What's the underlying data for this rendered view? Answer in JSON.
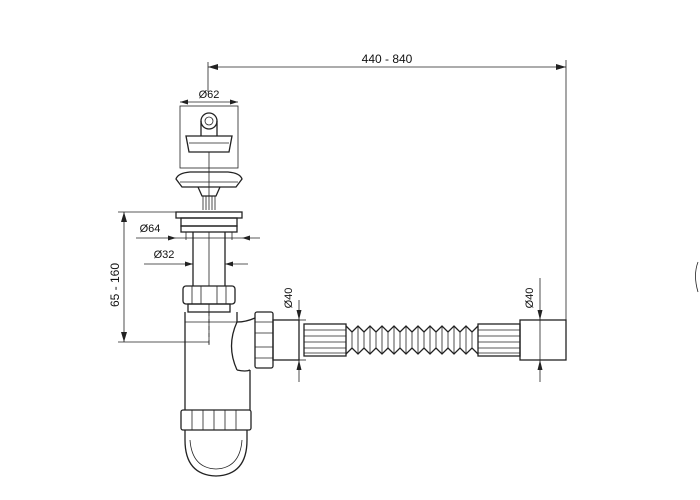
{
  "dimensions": {
    "overall_length": "440 - 840",
    "plug_diameter": "Ø62",
    "flange_diameter": "Ø64",
    "tailpiece_diameter": "Ø32",
    "height_range": "65 - 160",
    "outlet_diameter_left": "Ø40",
    "outlet_diameter_right": "Ø40"
  }
}
